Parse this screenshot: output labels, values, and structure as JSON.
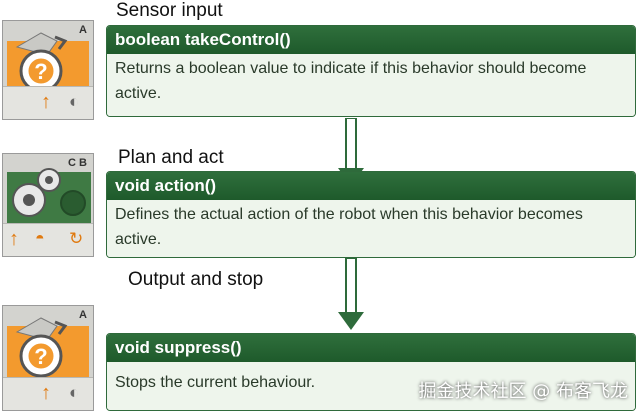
{
  "sections": [
    {
      "label": "Sensor input",
      "method": "boolean takeControl()",
      "description": "Returns a boolean value to indicate if this behavior should become active.",
      "port": "A",
      "icon": "sensor-block-icon"
    },
    {
      "label": "Plan and act",
      "method": "void action()",
      "description": "Defines the actual action of the robot when this behavior becomes active.",
      "port": "C B",
      "icon": "gears-block-icon"
    },
    {
      "label": "Output and stop",
      "method": "void suppress()",
      "description": "Stops the current behaviour.",
      "port": "A",
      "icon": "sensor-block-icon"
    }
  ],
  "watermark": "掘金技术社区 @ 布客飞龙",
  "colors": {
    "panel_header": "#2a6a37",
    "panel_body": "#eef5ec",
    "block_orange": "#f39a2e",
    "arrow": "#2e6b3b"
  }
}
